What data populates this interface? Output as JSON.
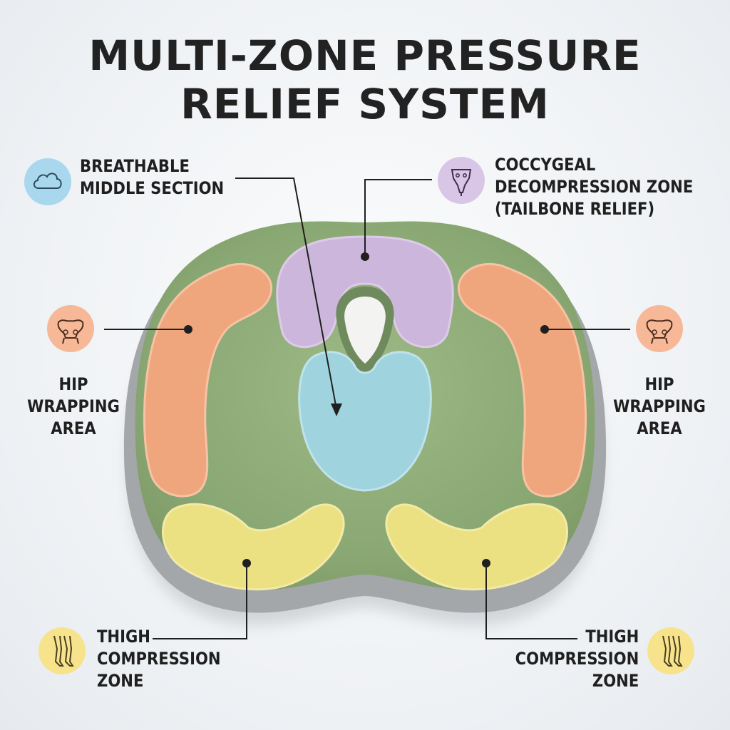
{
  "title": {
    "line1": "MULTI-ZONE PRESSURE",
    "line2": "RELIEF SYSTEM"
  },
  "zones": {
    "breathable": {
      "lines": [
        "BREATHABLE",
        "MIDDLE SECTION"
      ],
      "icon": "cloud-icon",
      "color": "#a9d8ee"
    },
    "coccygeal": {
      "lines": [
        "COCCYGEAL",
        "DECOMPRESSION ZONE",
        "(TAILBONE RELIEF)"
      ],
      "icon": "tailbone-icon",
      "color": "#d9c6e6"
    },
    "hip_left": {
      "lines": [
        "HIP",
        "WRAPPING",
        "AREA"
      ],
      "icon": "pelvis-icon",
      "color": "#f6b897"
    },
    "hip_right": {
      "lines": [
        "HIP",
        "WRAPPING",
        "AREA"
      ],
      "icon": "pelvis-icon",
      "color": "#f6b897"
    },
    "thigh_left": {
      "lines": [
        "THIGH",
        "COMPRESSION",
        "ZONE"
      ],
      "icon": "legs-icon",
      "color": "#f7e38c"
    },
    "thigh_right": {
      "lines": [
        "THIGH",
        "COMPRESSION",
        "ZONE"
      ],
      "icon": "legs-icon",
      "color": "#f7e38c"
    }
  },
  "colors": {
    "cushion_top": "#8fac78",
    "cushion_edge": "#9b9fa1",
    "zone_orange": "#f0a87f",
    "zone_purple": "#ccb6dc",
    "zone_blue": "#9fd3df",
    "zone_yellow": "#ece182",
    "leader_line": "#1f1f1f"
  }
}
